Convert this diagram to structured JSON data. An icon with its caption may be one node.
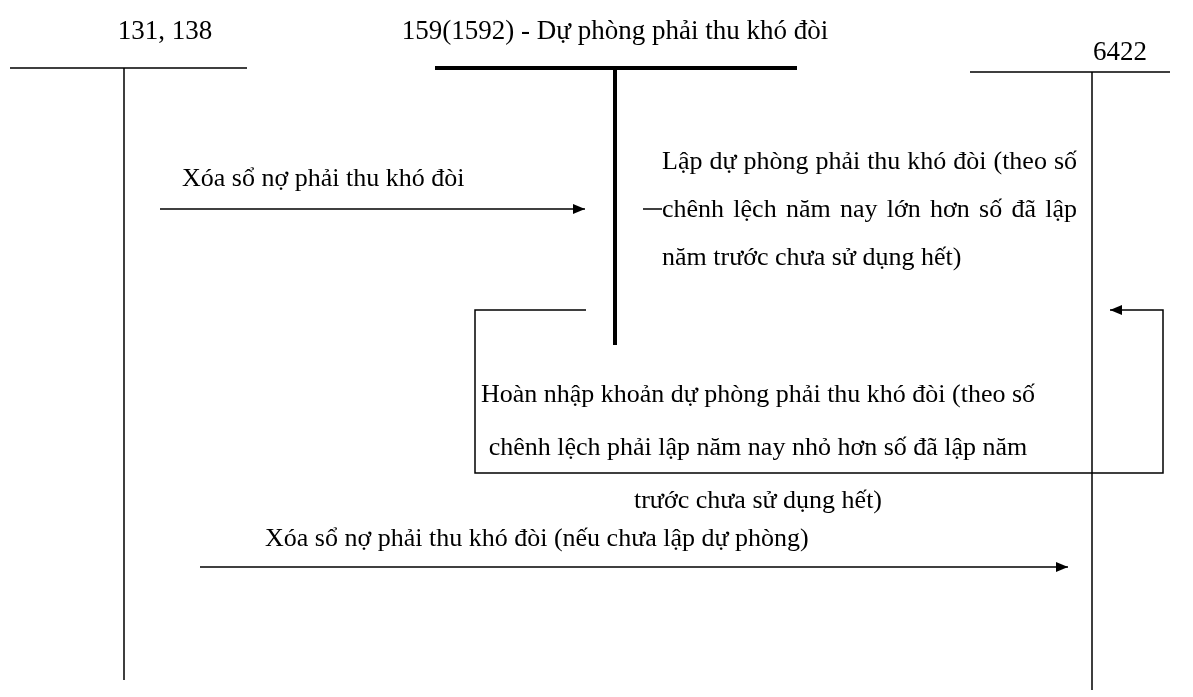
{
  "diagram": {
    "nodes": [
      {
        "text": [
          "131, 138"
        ]
      },
      {
        "text": [
          "159(1592) - Dự phòng phải thu khó đòi"
        ]
      },
      {
        "text": [
          "6422"
        ]
      }
    ],
    "edges": [
      {
        "from": 0,
        "to": 1,
        "arrow": "to",
        "label": "Xóa sổ nợ phải thu khó đòi"
      },
      {
        "from": 1,
        "to": 2,
        "arrow": "to",
        "label": "Lập dự phòng phải thu khó đòi (theo số chênh lệch năm nay lớn hơn số đã lập năm trước chưa sử dụng hết)"
      },
      {
        "from": 1,
        "to": 2,
        "arrow": "to",
        "label": "Hoàn nhập khoản dự phòng phải thu khó đòi (theo số chênh lệch phải lập năm nay nhỏ hơn số đã lập năm trước chưa sử dụng hết)"
      },
      {
        "from": 0,
        "to": 2,
        "arrow": "to",
        "label": "Xóa sổ nợ phải thu khó đòi (nếu chưa lập dự phòng)"
      }
    ]
  }
}
